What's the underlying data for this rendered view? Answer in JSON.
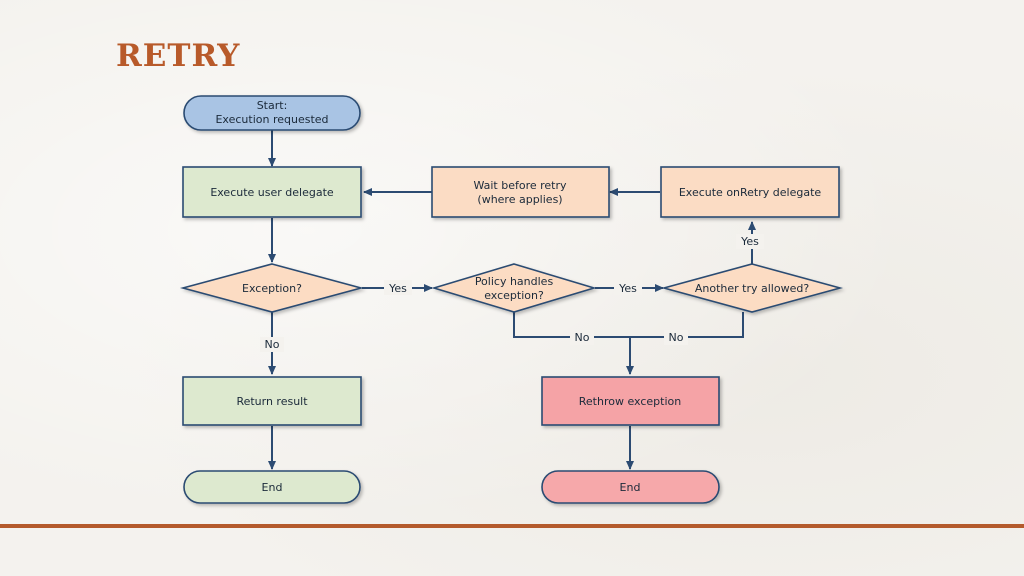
{
  "slide": {
    "title": "RETRY"
  },
  "nodes": {
    "start": {
      "line1": "Start:",
      "line2": "Execution requested"
    },
    "execute_delegate": {
      "label": "Execute user delegate"
    },
    "wait_retry": {
      "line1": "Wait before retry",
      "line2": "(where applies)"
    },
    "execute_onretry": {
      "label": "Execute onRetry delegate"
    },
    "exception": {
      "label": "Exception?"
    },
    "policy_handles": {
      "line1": "Policy handles",
      "line2": "exception?"
    },
    "another_try": {
      "label": "Another try allowed?"
    },
    "return_result": {
      "label": "Return result"
    },
    "rethrow": {
      "label": "Rethrow exception"
    },
    "end_left": {
      "label": "End"
    },
    "end_right": {
      "label": "End"
    }
  },
  "edges": {
    "exception_yes": "Yes",
    "policy_yes": "Yes",
    "another_yes": "Yes",
    "exception_no": "No",
    "policy_no": "No",
    "another_no": "No"
  },
  "colors": {
    "start_fill": "#a9c4e4",
    "process_green": "#dde9cf",
    "process_orange": "#fbdcc4",
    "decision_orange": "#fcdcc3",
    "rethrow_pink": "#f5a3a6",
    "end_green": "#dde9cf",
    "end_pink": "#f6a8aa",
    "line": "#2c4b72",
    "accent": "#b85a2a"
  }
}
